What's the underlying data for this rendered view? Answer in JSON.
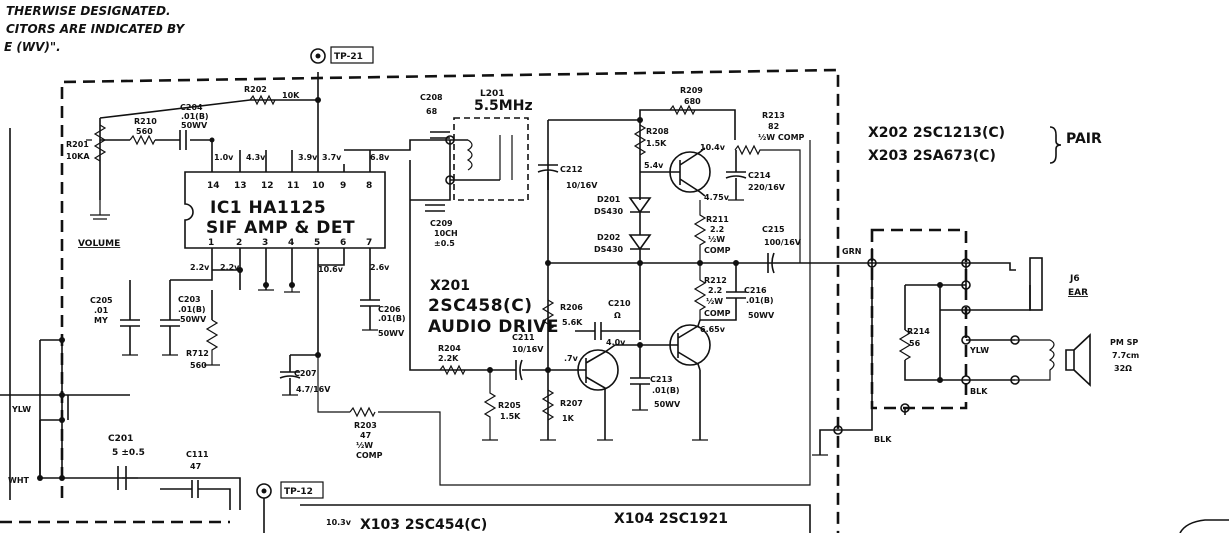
{
  "notes": [
    "THERWISE DESIGNATED.",
    "CITORS ARE INDICATED BY",
    "E (WV)\"."
  ],
  "test_points": [
    "TP-21",
    "TP-12"
  ],
  "ic": {
    "name": "IC1  HA1125",
    "function": "SIF AMP & DET",
    "pins_top": [
      "14",
      "13",
      "12",
      "11",
      "10",
      "9",
      "8"
    ],
    "pins_bottom": [
      "1",
      "2",
      "3",
      "4",
      "5",
      "6",
      "7"
    ]
  },
  "volume_label": "VOLUME",
  "volts": {
    "v10": "1.0v",
    "v43": "4.3v",
    "v39": "3.9v",
    "v37": "3.7v",
    "v68": "6.8v",
    "v22a": "2.2v",
    "v22b": "2.2v",
    "v106": "10.6v",
    "v26": "2.6v",
    "v104": "10.4v",
    "v54": "5.4v",
    "v475": "4.75v",
    "v40": "4.0v",
    "v665": "6.65v",
    "v7": ".7v",
    "v103": "10.3v"
  },
  "r201": [
    "R201",
    "10KA"
  ],
  "r210": [
    "R210",
    "560"
  ],
  "c204": [
    "C204",
    ".01(B)",
    "50WV"
  ],
  "r202": [
    "R202",
    "10K"
  ],
  "c208": [
    "C208",
    "68"
  ],
  "l201": [
    "L201",
    "5.5MHz"
  ],
  "r209": [
    "R209",
    "680"
  ],
  "r208": [
    "R208",
    "1.5K"
  ],
  "c212": [
    "C212",
    "10/16V"
  ],
  "r213": [
    "R213",
    "82",
    "½W COMP"
  ],
  "c214": [
    "C214",
    "220/16V"
  ],
  "d201": [
    "D201",
    "DS430"
  ],
  "d202": [
    "D202",
    "DS430"
  ],
  "r211": [
    "R211",
    "2.2",
    "½W",
    "COMP"
  ],
  "c215": [
    "C215",
    "100/16V"
  ],
  "c209": [
    "C209",
    "10CH",
    "±0.5"
  ],
  "r212": [
    "R212",
    "2.2",
    "½W",
    "COMP"
  ],
  "c216": [
    "C216",
    ".01(B)",
    "50WV"
  ],
  "c205": [
    "C205",
    ".01",
    "MY"
  ],
  "c203": [
    "C203",
    ".01(B)",
    "50WV"
  ],
  "r712": [
    "R712",
    "560"
  ],
  "c206": [
    "C206",
    ".01(B)",
    "50WV"
  ],
  "x201": [
    "X201",
    "2SC458(C)",
    "AUDIO DRIVE"
  ],
  "r206": [
    "R206",
    "5.6K"
  ],
  "c210": [
    "C210",
    "Ω"
  ],
  "r204": [
    "R204",
    "2.2K"
  ],
  "c211": [
    "C211",
    "10/16V"
  ],
  "c207": [
    "C207",
    "4.7/16V"
  ],
  "c213": [
    "C213",
    ".01(B)",
    "50WV"
  ],
  "r205": [
    "R205",
    "1.5K"
  ],
  "r207": [
    "R207",
    "1K"
  ],
  "r203": [
    "R203",
    "47",
    "½W",
    "COMP"
  ],
  "c201": [
    "C201",
    "5 ±0.5"
  ],
  "c111": [
    "C111",
    "47"
  ],
  "x202": "X202  2SC1213(C)",
  "x203": "X203  2SA673(C)",
  "pair": "PAIR",
  "j6": [
    "J6",
    "EAR"
  ],
  "r214": [
    "R214",
    "56"
  ],
  "pmsp": [
    "PM SP",
    "7.7cm",
    "32Ω"
  ],
  "wire_colors": {
    "grn": "GRN",
    "ylw_r": "YLW",
    "blk_r": "BLK",
    "blk_b": "BLK",
    "ylw_l": "YLW",
    "wht": "WHT"
  },
  "x103": "X103  2SC454(C)",
  "x104": "X104  2SC1921"
}
